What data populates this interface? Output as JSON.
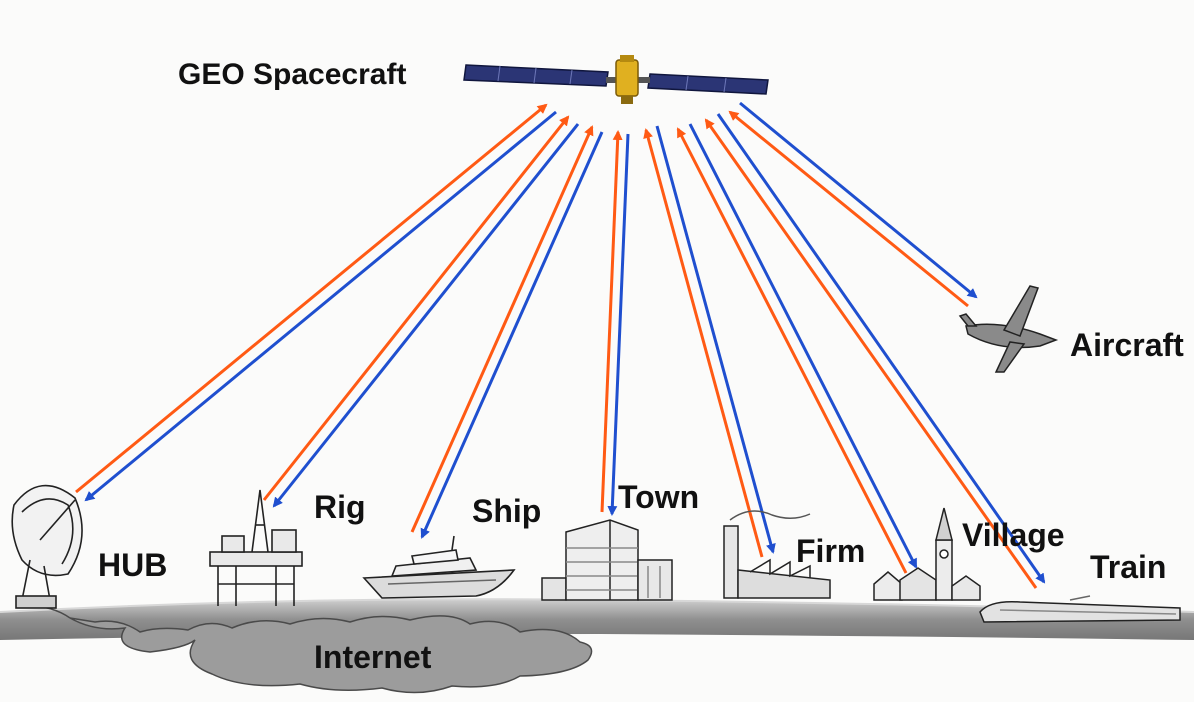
{
  "satellite": {
    "label": "GEO Spacecraft"
  },
  "nodes": [
    {
      "id": "hub",
      "label": "HUB"
    },
    {
      "id": "rig",
      "label": "Rig"
    },
    {
      "id": "ship",
      "label": "Ship"
    },
    {
      "id": "town",
      "label": "Town"
    },
    {
      "id": "firm",
      "label": "Firm"
    },
    {
      "id": "village",
      "label": "Village"
    },
    {
      "id": "train",
      "label": "Train"
    },
    {
      "id": "aircraft",
      "label": "Aircraft"
    }
  ],
  "network": {
    "label": "Internet"
  },
  "colors": {
    "uplink": "#ff5a14",
    "downlink": "#1f4fcf",
    "ground": "#8d8d8d",
    "cloud": "#9a9a9a"
  }
}
